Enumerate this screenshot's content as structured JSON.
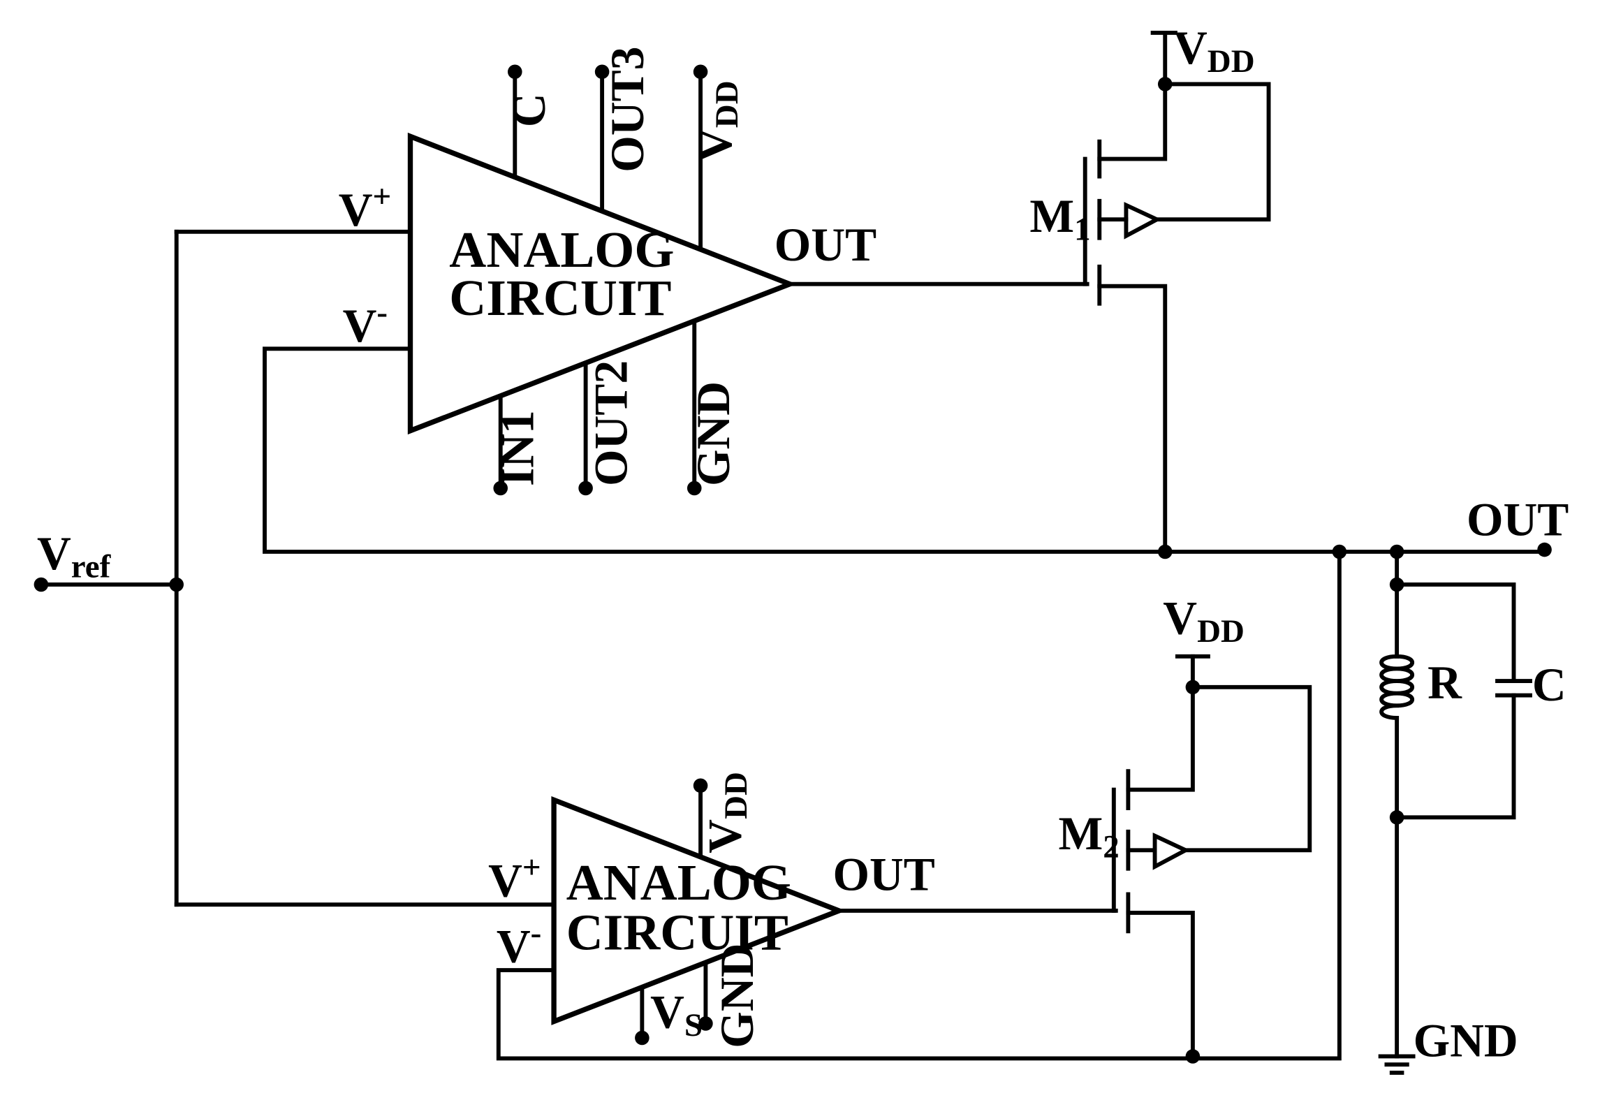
{
  "colors": {
    "line": "#000000",
    "background": "#ffffff"
  },
  "labels": {
    "vref": "V",
    "vref_sub": "ref",
    "out_main": "OUT",
    "gnd_main": "GND",
    "resistor": "R",
    "capacitor": "C",
    "v": "V",
    "dd": "DD",
    "s": "S",
    "plus": "+",
    "minus": "-"
  },
  "amp1": {
    "line1": "ANALOG",
    "line2": "CIRCUIT",
    "out": "OUT",
    "pin_c": "C",
    "pin_out3": "OUT3",
    "pin_in1": "IN1",
    "pin_out2": "OUT2",
    "pin_gnd": "GND"
  },
  "amp2": {
    "line1": "ANALOG",
    "line2": "CIRCUIT",
    "out": "OUT",
    "pin_gnd": "GND"
  },
  "m1": {
    "name": "M",
    "sub": "1"
  },
  "m2": {
    "name": "M",
    "sub": "2"
  }
}
